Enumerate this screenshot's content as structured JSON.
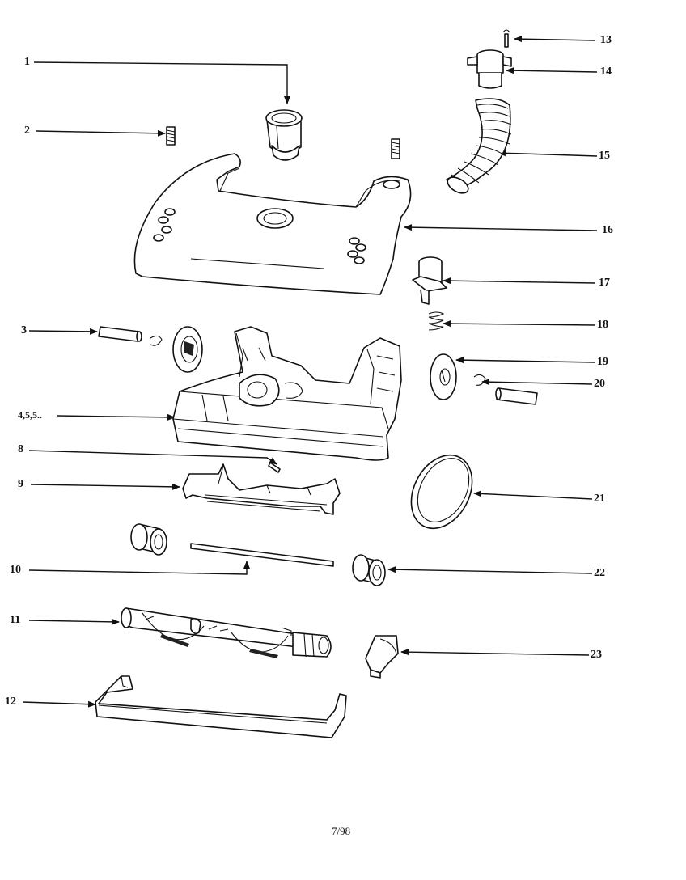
{
  "callouts": {
    "c1": "1",
    "c2": "2",
    "c3": "3",
    "c4": "4,5,5..",
    "c8": "8",
    "c9": "9",
    "c10": "10",
    "c11": "11",
    "c12": "12",
    "c13": "13",
    "c14": "14",
    "c15": "15",
    "c16": "16",
    "c17": "17",
    "c18": "18",
    "c19": "19",
    "c20": "20",
    "c21": "21",
    "c22": "22",
    "c23": "23"
  },
  "footer": {
    "date_code": "7/98"
  }
}
